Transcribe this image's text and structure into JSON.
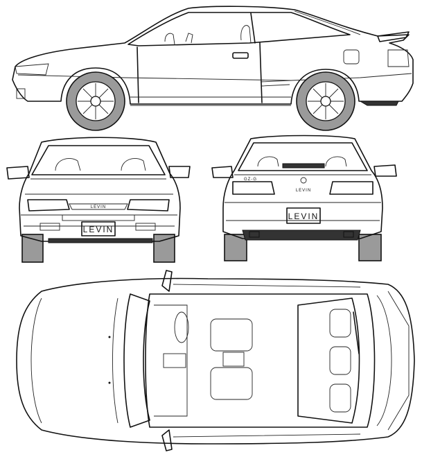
{
  "front_plate": "LEVIN",
  "rear_plate": "LEVIN",
  "front_grille_badge": "LEVIN",
  "rear_badge": "LEVIN",
  "rear_model_badge": "GZ-G"
}
